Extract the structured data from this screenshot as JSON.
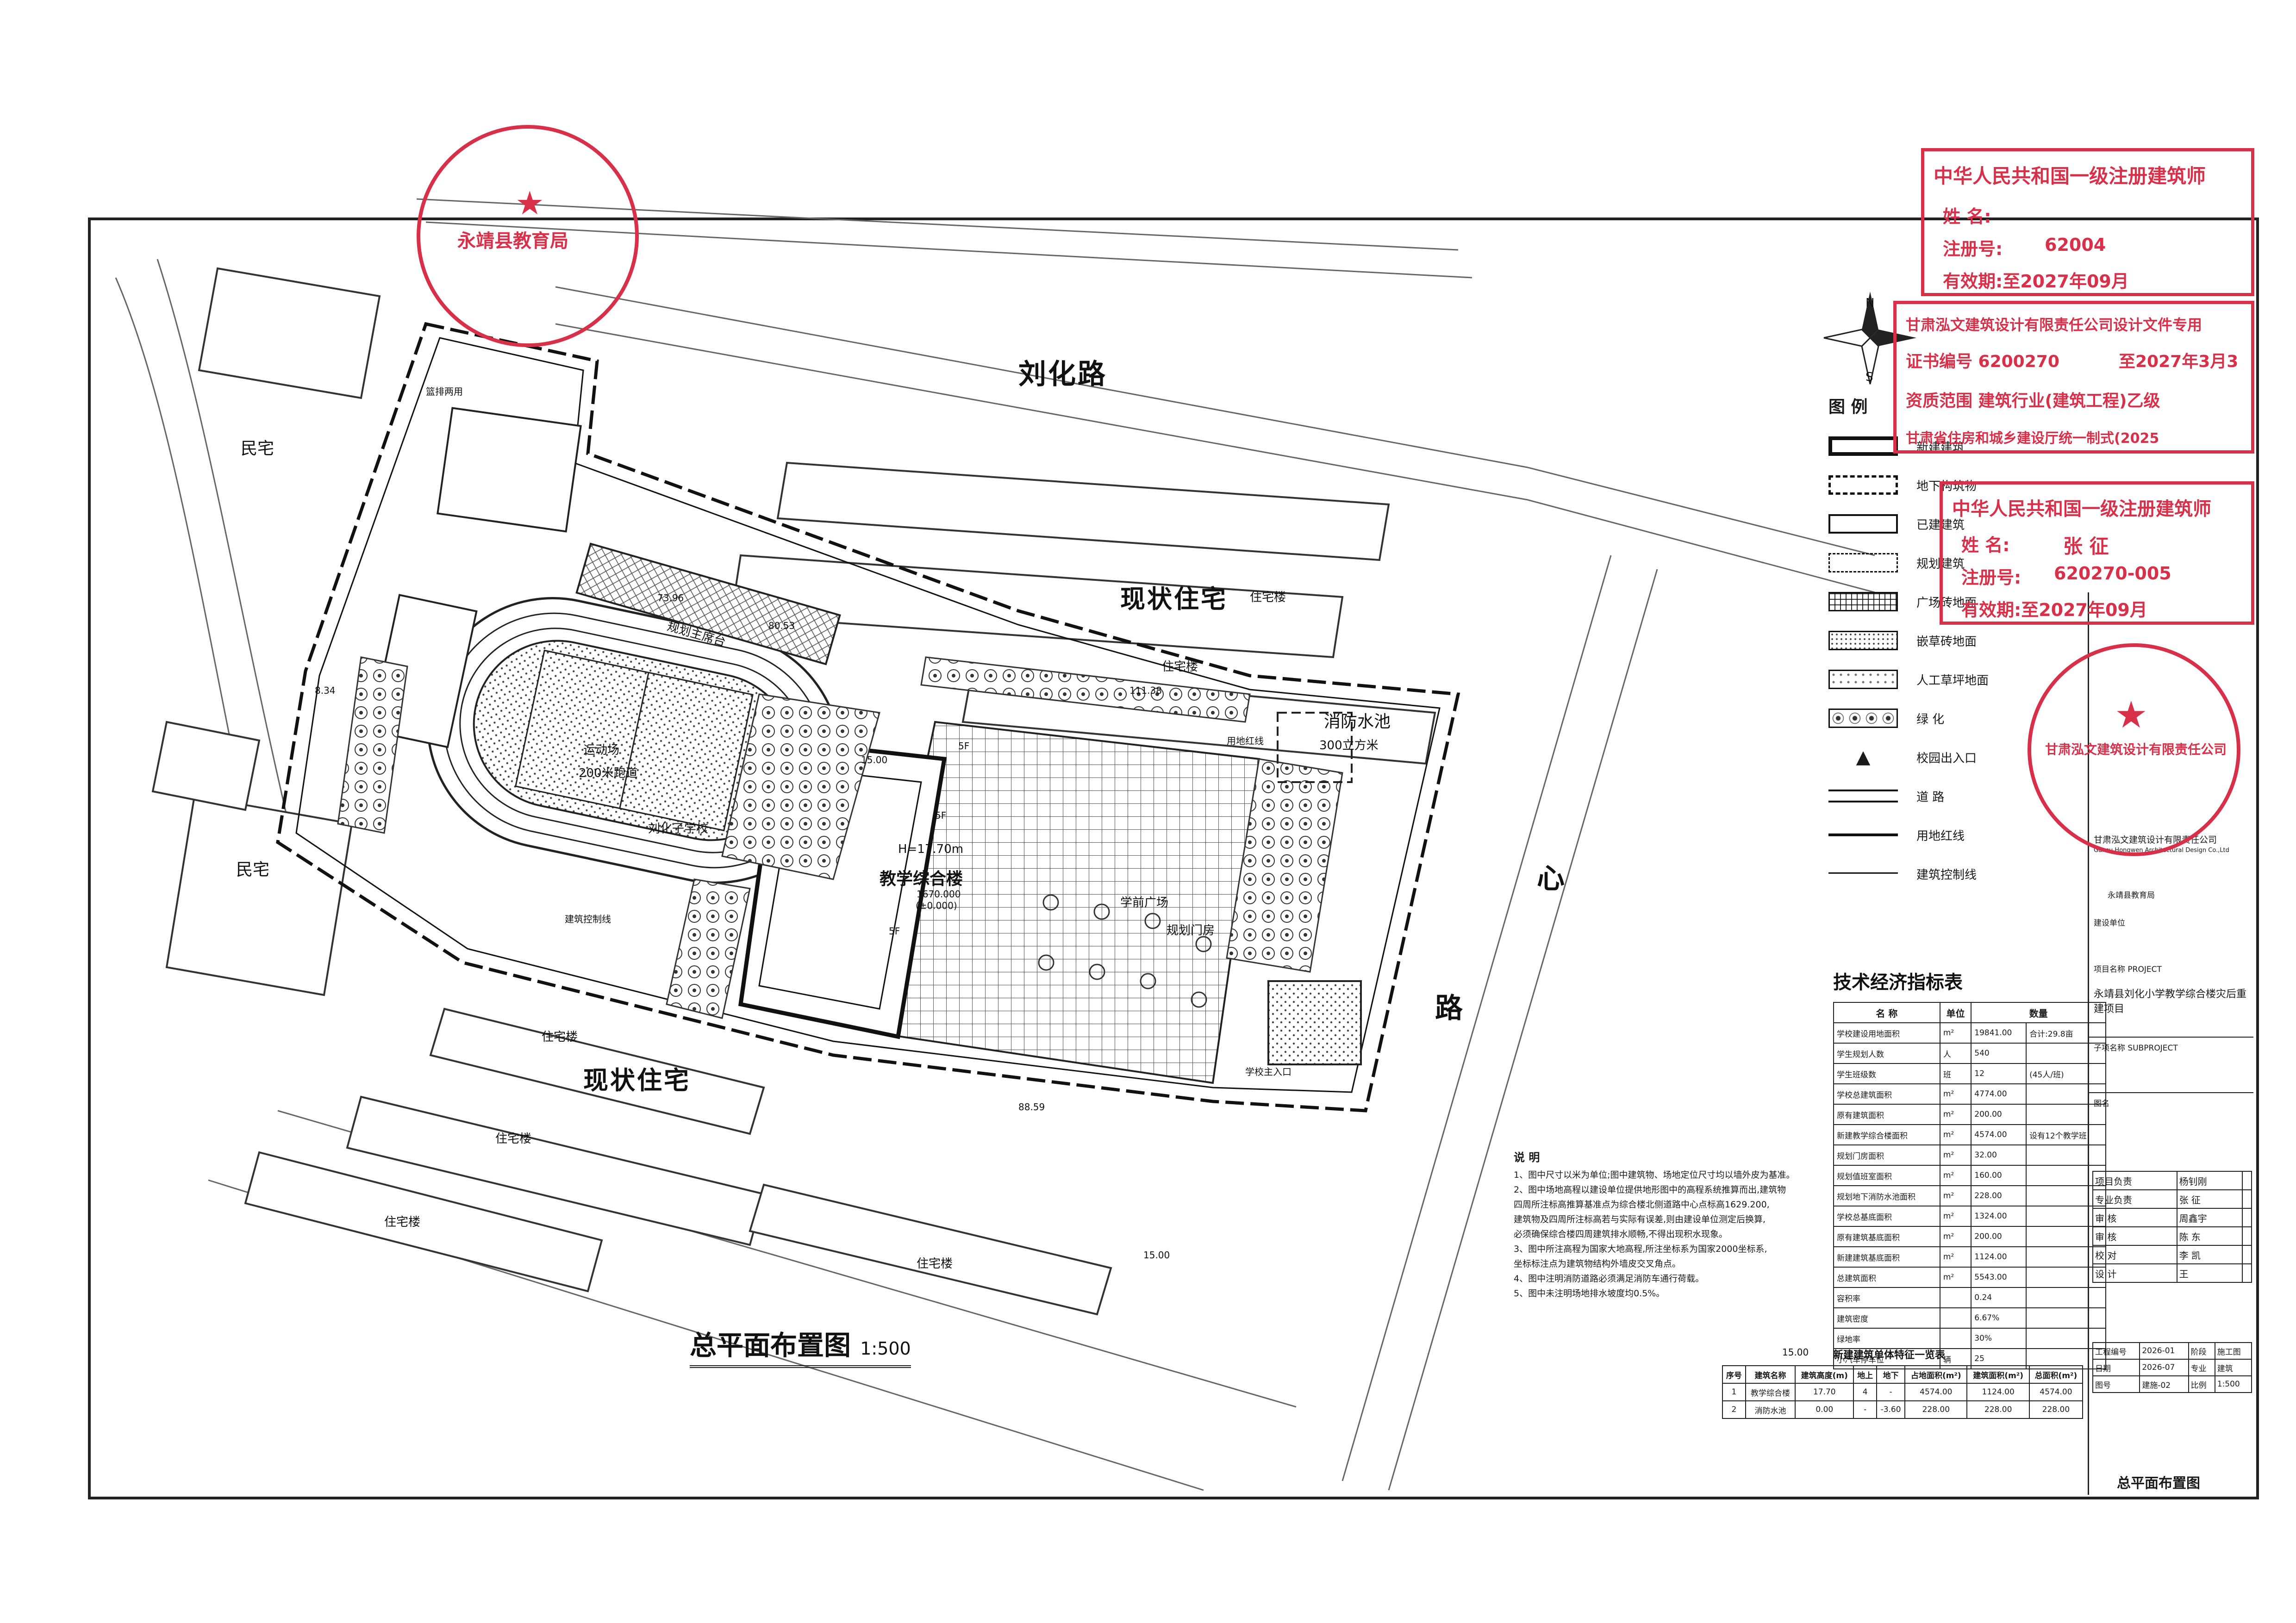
{
  "plan": {
    "title": "总平面布置图",
    "scale": "1:500",
    "roads": {
      "north": "刘化路",
      "east_1": "心",
      "east_2": "路"
    },
    "residential": [
      {
        "name": "现状住宅"
      },
      {
        "name": "现状住宅"
      }
    ],
    "house_labels": [
      "民宅",
      "民宅"
    ],
    "dwelling_labels": [
      "住宅楼",
      "住宅楼",
      "住宅楼",
      "住宅楼",
      "住宅楼",
      "住宅楼"
    ],
    "field": {
      "label1": "运动场",
      "label2": "200米跑道",
      "label3": "刘化子学校"
    },
    "stage": "规划主席台",
    "court": "篮排两用",
    "building": {
      "height": "H=17.70m",
      "name": "教学综合楼",
      "elev": "1670.000",
      "elev2": "(±0.000)",
      "floors_a": "5F",
      "floors_b": "5F",
      "floors_c": "5F"
    },
    "plaza": "学前广场",
    "gate": "规划门房",
    "pool": {
      "name": "消防水池",
      "volume": "300立方米"
    },
    "line_labels": {
      "land": "用地红线",
      "build": "建筑控制线",
      "entrance": "学校主入口"
    },
    "dims": [
      "111.38",
      "88.59",
      "80.53",
      "73.96",
      "8.34",
      "15.00",
      "15.00",
      "15.00"
    ],
    "compass": {
      "n": "N",
      "s": "S"
    }
  },
  "legend": {
    "title": "图    例",
    "items": [
      {
        "label": "新建建筑"
      },
      {
        "label": "地下构筑物"
      },
      {
        "label": "已建建筑"
      },
      {
        "label": "规划建筑"
      },
      {
        "label": "广场砖地面"
      },
      {
        "label": "嵌草砖地面"
      },
      {
        "label": "人工草坪地面"
      },
      {
        "label": "绿      化"
      },
      {
        "label": "校园出入口"
      },
      {
        "label": "道      路"
      },
      {
        "label": "用地红线"
      },
      {
        "label": "建筑控制线"
      }
    ]
  },
  "tech": {
    "title": "技术经济指标表",
    "headers": [
      "名    称",
      "单位",
      "数量"
    ],
    "rows": [
      {
        "name": "学校建设用地面积",
        "unit": "m²",
        "value": "19841.00",
        "note": "合计:29.8亩"
      },
      {
        "name": "学生规划人数",
        "unit": "人",
        "value": "540",
        "note": ""
      },
      {
        "name": "学生班级数",
        "unit": "班",
        "value": "12",
        "note": "(45人/班)"
      },
      {
        "name": "学校总建筑面积",
        "unit": "m²",
        "value": "4774.00",
        "note": ""
      },
      {
        "name": "原有建筑面积",
        "unit": "m²",
        "value": "200.00",
        "note": ""
      },
      {
        "name": "新建教学综合楼面积",
        "unit": "m²",
        "value": "4574.00",
        "note": "设有12个教学班"
      },
      {
        "name": "规划门房面积",
        "unit": "m²",
        "value": "32.00",
        "note": ""
      },
      {
        "name": "规划值班室面积",
        "unit": "m²",
        "value": "160.00",
        "note": ""
      },
      {
        "name": "规划地下消防水池面积",
        "unit": "m²",
        "value": "228.00",
        "note": ""
      },
      {
        "name": "学校总基底面积",
        "unit": "m²",
        "value": "1324.00",
        "note": ""
      },
      {
        "name": "原有建筑基底面积",
        "unit": "m²",
        "value": "200.00",
        "note": ""
      },
      {
        "name": "新建建筑基底面积",
        "unit": "m²",
        "value": "1124.00",
        "note": ""
      },
      {
        "name": "总建筑面积",
        "unit": "m²",
        "value": "5543.00",
        "note": ""
      },
      {
        "name": "容积率",
        "unit": "",
        "value": "0.24",
        "note": ""
      },
      {
        "name": "建筑密度",
        "unit": "",
        "value": "6.67%",
        "note": ""
      },
      {
        "name": "绿地率",
        "unit": "",
        "value": "30%",
        "note": ""
      },
      {
        "name": "小汽车停车位",
        "unit": "辆",
        "value": "25",
        "note": ""
      }
    ]
  },
  "notes": {
    "title": "说    明",
    "lines": [
      "1、图中尺寸以米为单位;图中建筑物、场地定位尺寸均以墙外皮为基准。",
      "2、图中场地高程以建设单位提供地形图中的高程系统推算而出,建筑物",
      "   四周所注标高推算基准点为综合楼北侧道路中心点标高1629.200,",
      "   建筑物及四周所注标高若与实际有误差,则由建设单位测定后换算,",
      "   必须确保综合楼四周建筑排水顺畅,不得出现积水现象。",
      "3、图中所注高程为国家大地高程,所注坐标系为国家2000坐标系,",
      "   坐标标注点为建筑物结构外墙皮交叉角点。",
      "4、图中注明消防道路必须满足消防车通行荷载。",
      "5、图中未注明场地排水坡度均0.5%。"
    ]
  },
  "building_table": {
    "title": "新建建筑单体特征一览表",
    "headers": [
      "序号",
      "建筑名称",
      "建筑高度(m)",
      "地上",
      "地下",
      "占地面积(m²)",
      "建筑面积(m²)",
      "总面积(m²)"
    ],
    "rows": [
      [
        "1",
        "教学综合楼",
        "17.70",
        "4",
        "-",
        "4574.00",
        "1124.00",
        "4574.00"
      ],
      [
        "2",
        "消防水池",
        "0.00",
        "-",
        "-3.60",
        "228.00",
        "228.00",
        "228.00"
      ]
    ]
  },
  "title_block": {
    "project_label": "项目名称 PROJECT",
    "project": "永靖县刘化小学教学综合楼灾后重建项目",
    "subproject_label": "子项名称 SUBPROJECT",
    "drawing_label": "图名",
    "drawing": "总平面布置图",
    "company": "甘肃泓文建筑设计有限责任公司",
    "company_en": "Gansu Hongwen Architectural Design Co.,Ltd",
    "client_label": "建设单位",
    "client": "永靖县教育局",
    "sign_rows": [
      [
        "项目负责",
        "杨钊刚"
      ],
      [
        "专业负责",
        "张    征"
      ],
      [
        "审    核",
        "周鑫宇"
      ],
      [
        "审    核",
        "陈    东"
      ],
      [
        "校    对",
        "李    凯"
      ],
      [
        "设    计",
        "王"
      ]
    ],
    "meta_rows": [
      [
        "工程编号",
        "2026-01",
        "阶段",
        "施工图"
      ],
      [
        "日期",
        "2026-07",
        "专业",
        "建筑"
      ],
      [
        "图号",
        "建施-02",
        "比例",
        "1:500"
      ]
    ]
  },
  "stamps": {
    "arch1": {
      "title": "中华人民共和国一级注册建筑师",
      "name": "姓    名:",
      "reg": "注册号:",
      "valid": "有效期:至2027年09月",
      "reg_no": "62004"
    },
    "company_cert": {
      "name": "甘肃泓文建筑设计有限责任公司设计文件专用",
      "cert": "证书编号  6200270",
      "valid": "至2027年3月3",
      "scope": "资质范围  建筑行业(建筑工程)乙级",
      "issuer": "甘肃省住房和城乡建设厅统一制式(2025"
    },
    "arch2": {
      "title": "中华人民共和国一级注册建筑师",
      "name": "姓    名:",
      "person": "张    征",
      "reg": "注册号:",
      "reg_no": "620270-005",
      "valid": "有效期:至2027年09月"
    },
    "round_company": "甘肃泓文建筑设计有限责任公司",
    "round_bureau": "永靖县教育局"
  },
  "colors": {
    "stamp": "#d9304a",
    "line": "#222222"
  }
}
